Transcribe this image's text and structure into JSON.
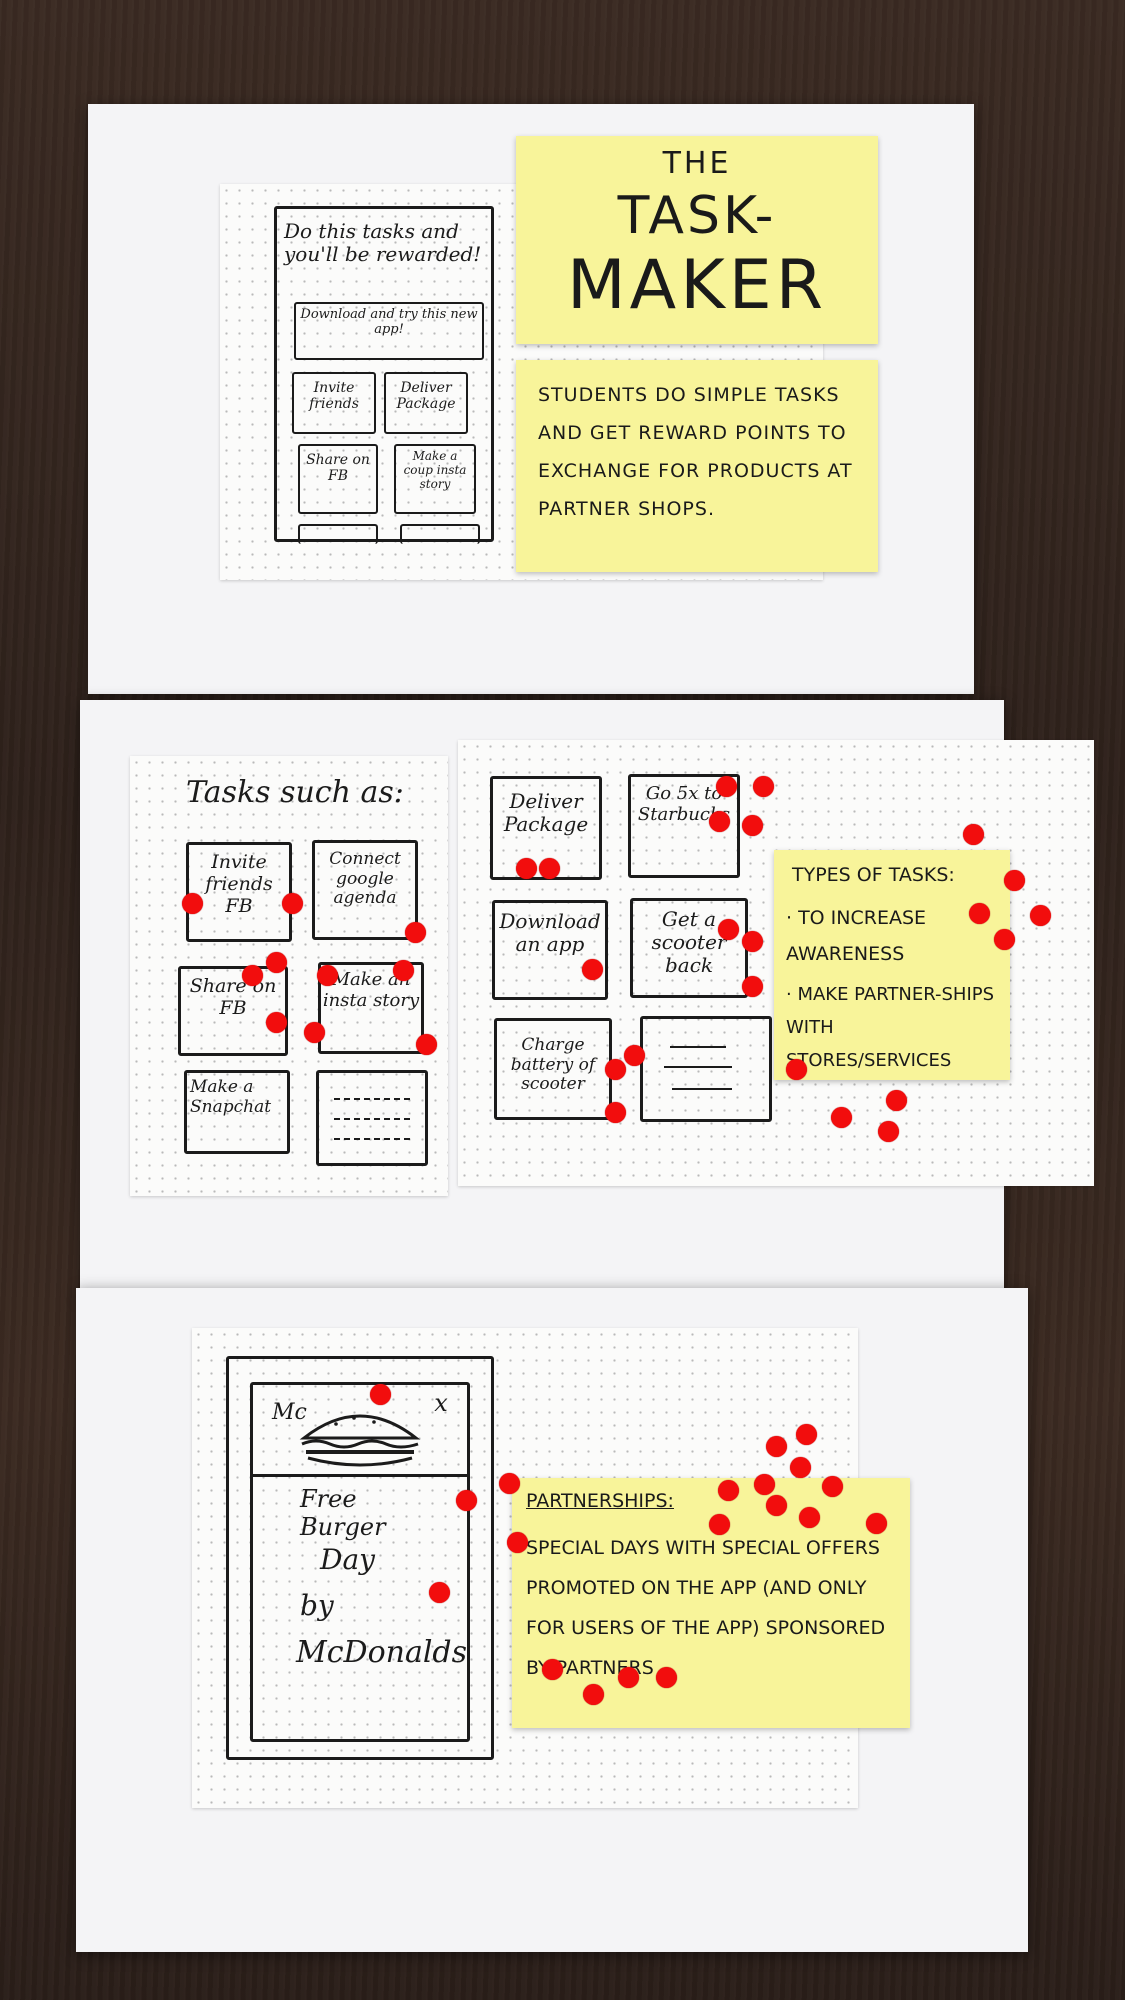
{
  "board1": {
    "phone_header": "Do this tasks and you'll be rewarded!",
    "banner_task": "Download and try this new app!",
    "tasks": [
      "Invite friends",
      "Deliver Package",
      "Share on FB",
      "Make a coup insta story"
    ],
    "title_sticky": [
      "THE",
      "TASK-",
      "MAKER"
    ],
    "description": "STUDENTS DO SIMPLE TASKS AND GET REWARD POINTS TO EXCHANGE FOR PRODUCTS AT PARTNER SHOPS."
  },
  "board2": {
    "left_heading": "Tasks such as:",
    "left_tasks": [
      "Invite friends FB",
      "Connect google agenda",
      "Share on FB",
      "Make an insta story",
      "Make a Snapchat"
    ],
    "right_tasks": [
      "Deliver Package",
      "Go 5x to Starbucks",
      "Download an app",
      "Get a scooter back",
      "Charge battery of scooter"
    ],
    "types_title": "TYPES OF TASKS:",
    "types_items": [
      "· TO INCREASE AWARENESS",
      "· MAKE PARTNER-SHIPS WITH STORES/SERVICES"
    ]
  },
  "board3": {
    "brand": "Mc",
    "close_mark": "x",
    "promo_lines": [
      "Free",
      "Burger",
      "Day",
      "by",
      "McDonalds"
    ],
    "partnerships_title": "PARTNERSHIPS:",
    "partnerships_text": "SPECIAL DAYS WITH SPECIAL OFFERS PROMOTED ON THE APP (AND ONLY FOR USERS OF THE APP) SPONSORED BY PARTNERS"
  },
  "colors": {
    "sticky": "#f8f49a",
    "dot": "#f20d0d",
    "paper": "#f4f4f6",
    "table": "#3a2a22"
  }
}
